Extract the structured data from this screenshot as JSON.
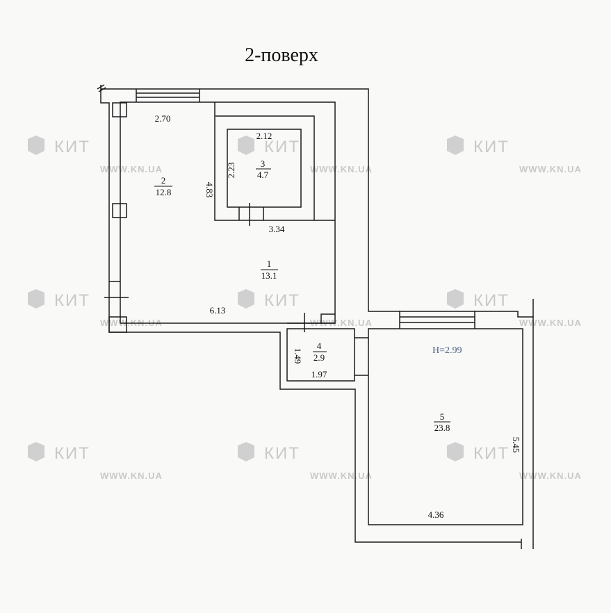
{
  "title": "2-поверх",
  "watermark": {
    "brand": "КИТ",
    "url": "WWW.KN.UA"
  },
  "height_label": "H=2.99",
  "rooms": [
    {
      "number": "1",
      "area": "13.1"
    },
    {
      "number": "2",
      "area": "12.8"
    },
    {
      "number": "3",
      "area": "4.7"
    },
    {
      "number": "4",
      "area": "2.9"
    },
    {
      "number": "5",
      "area": "23.8"
    }
  ],
  "dimensions": {
    "d270": "2.70",
    "d483": "4.83",
    "d212": "2.12",
    "d223": "2.23",
    "d334": "3.34",
    "d613": "6.13",
    "d149": "1.49",
    "d197": "1.97",
    "d545": "5.45",
    "d436": "4.36"
  }
}
